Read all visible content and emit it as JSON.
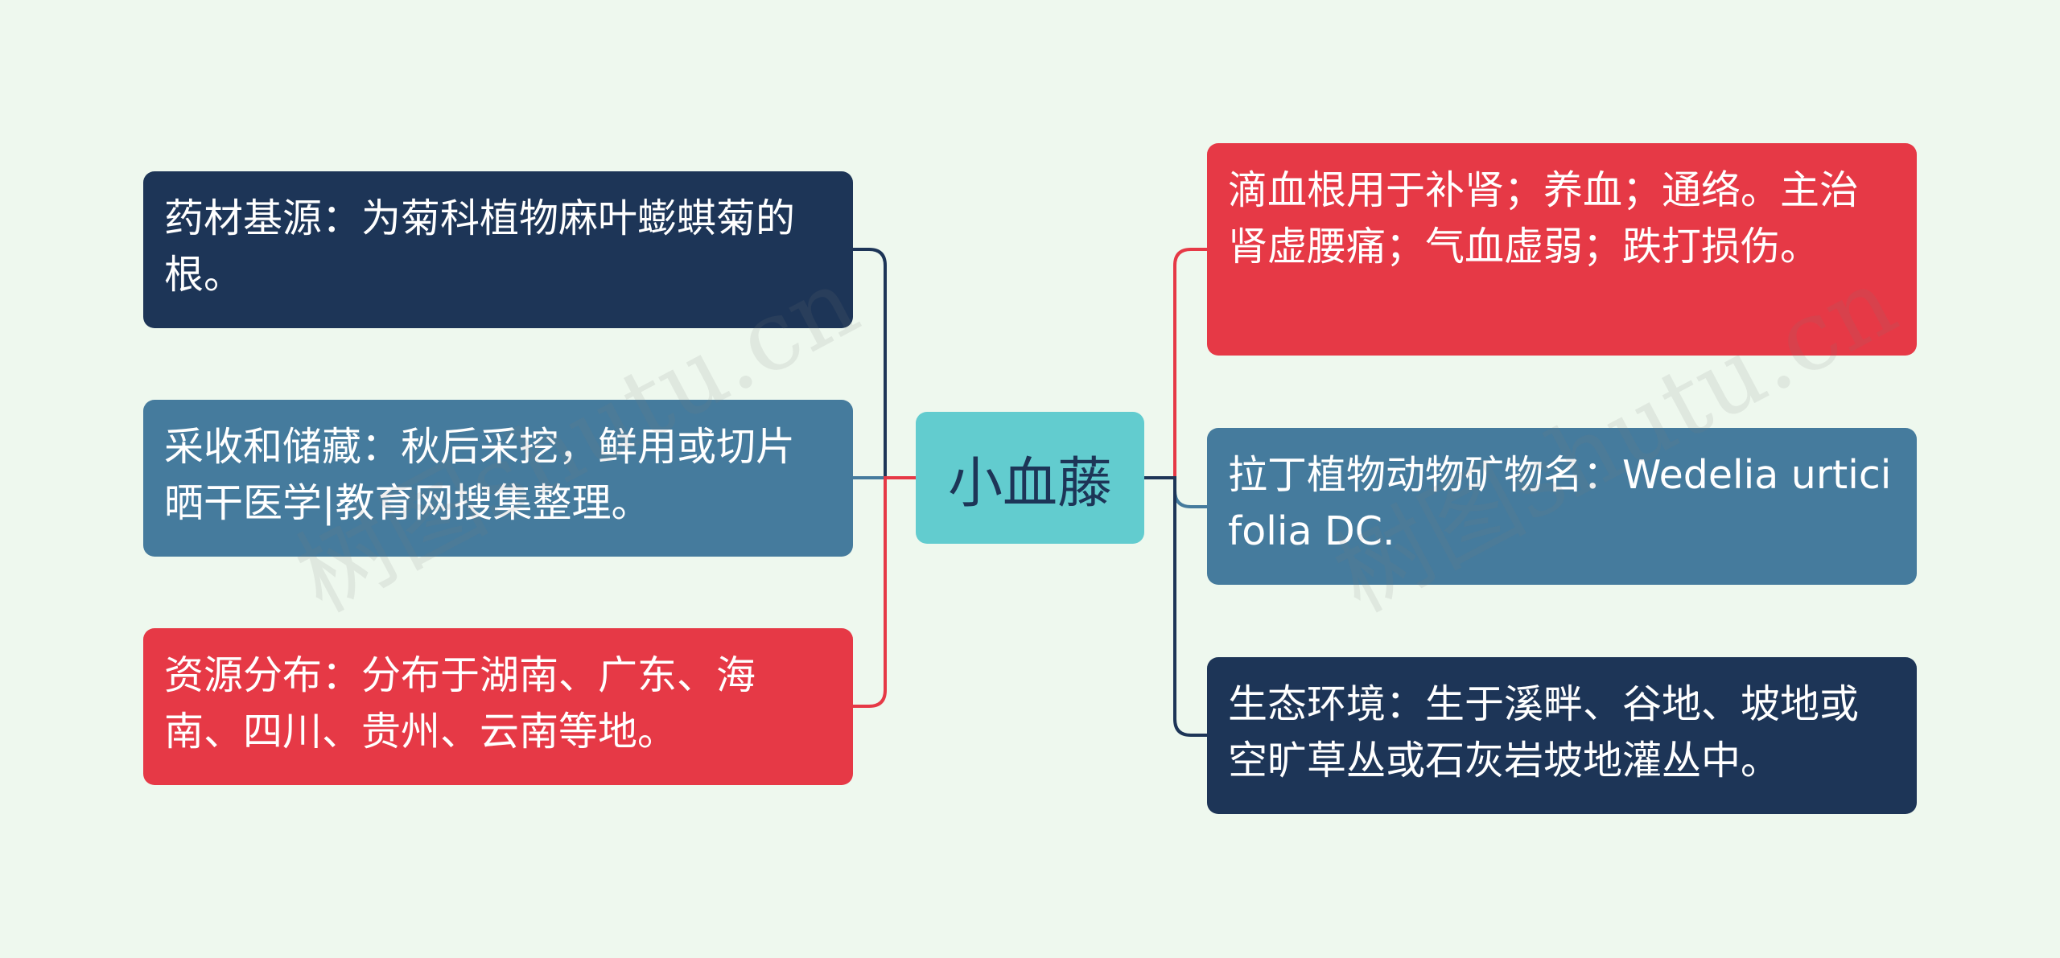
{
  "center": {
    "label": "小血藤"
  },
  "left_nodes": [
    {
      "text": "药材基源：为菊科植物麻叶蟛蜞菊的根。"
    },
    {
      "text": "采收和储藏：秋后采挖，鲜用或切片晒干医学|教育网搜集整理。"
    },
    {
      "text": "资源分布：分布于湖南、广东、海南、四川、贵州、云南等地。"
    }
  ],
  "right_nodes": [
    {
      "text": "滴血根用于补肾；养血；通络。主治肾虚腰痛；气血虚弱；跌打损伤。"
    },
    {
      "text": "拉丁植物动物矿物名：Wedelia urticifolia DC."
    },
    {
      "text": "生态环境：生于溪畔、谷地、坡地或空旷草丛或石灰岩坡地灌丛中。"
    }
  ],
  "watermark": {
    "text": "树图shutu.cn"
  },
  "colors": {
    "background": "#eef8ee",
    "navy": "#1d3557",
    "steel": "#457b9d",
    "red": "#e63946",
    "center": "#62cccf"
  }
}
